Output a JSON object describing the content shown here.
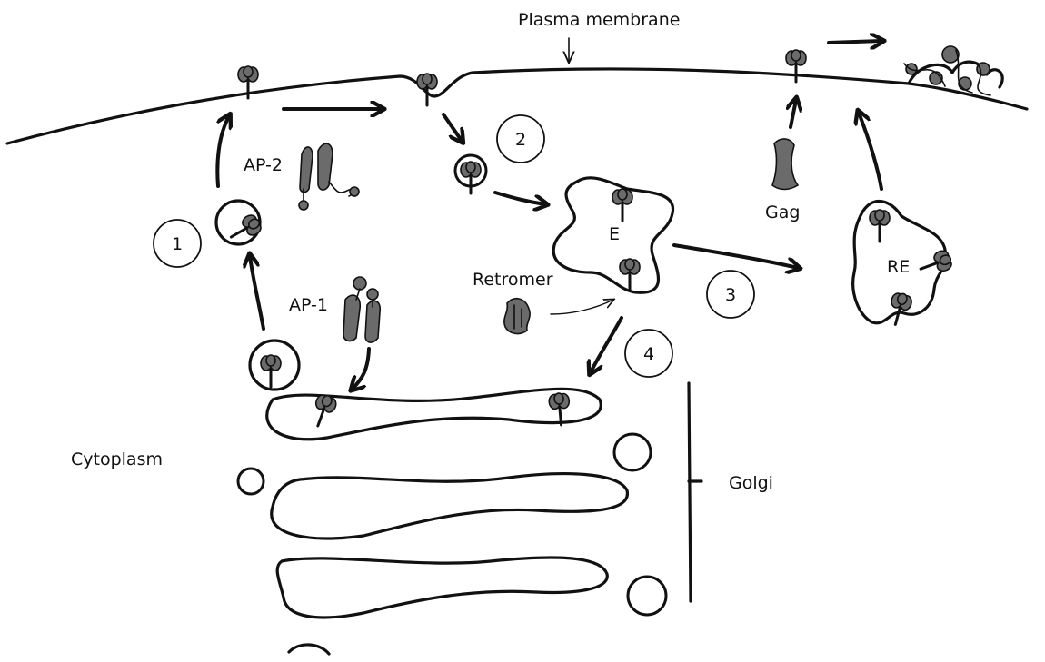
{
  "labels": {
    "plasma_membrane": "Plasma membrane",
    "ap2": "AP-2",
    "ap1": "AP-1",
    "retromer": "Retromer",
    "endosome": "E",
    "recycling_endosome": "RE",
    "gag": "Gag",
    "cytoplasm": "Cytoplasm",
    "golgi": "Golgi"
  },
  "pathways": [
    "1",
    "2",
    "3",
    "4"
  ],
  "colors": {
    "ink": "#111111",
    "protein": "#6b6b6b",
    "background": "#ffffff"
  }
}
